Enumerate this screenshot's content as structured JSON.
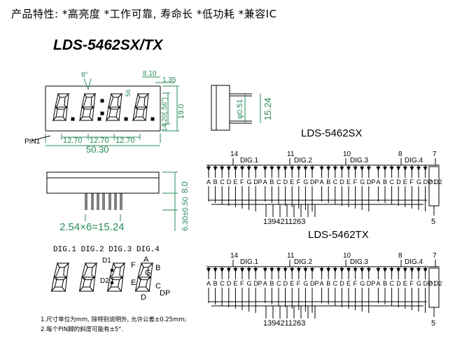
{
  "header": "产品特性: *高亮度 *工作可靠, 寿命长 *低功耗 *兼容IC",
  "model_title": "LDS-5462SX/TX",
  "front_dims": {
    "angle": "8°",
    "d810": "8.10",
    "d135": "1.35",
    "d56": "56",
    "d142": "14.20(.56\")",
    "d190": "19.0",
    "pitch": "12.70",
    "width": "50.30",
    "pin1": "PIN1"
  },
  "side_dims": {
    "d051": "φ0.51",
    "d1524": "15.24"
  },
  "bottom_dims": {
    "d80": "8.0",
    "d630": "6.30±0.50",
    "spacing": "2.54×6=15.24"
  },
  "digit_labels": "DIG.1  DIG.2  DIG.3  DIG.4",
  "segment_labels": {
    "a": "A",
    "b": "B",
    "c": "C",
    "d": "D",
    "e": "E",
    "f": "F",
    "g": "G",
    "dp": "DP",
    "d1": "D1",
    "d2": "D2"
  },
  "notes": [
    "1.尺寸单位为mm, 除特别说明外, 允许公差±0.25mm;",
    "2.每个PIN脚的斜度可能有±5°."
  ],
  "circuit_sx": {
    "title": "LDS-5462SX",
    "top_pins": [
      "14",
      "11",
      "10",
      "8",
      "7"
    ],
    "digits": [
      "DIG.1",
      "DIG.2",
      "DIG.3",
      "DIG.4"
    ],
    "segments": [
      "A",
      "B",
      "C",
      "D",
      "E",
      "F",
      "G",
      "DP",
      "A",
      "B",
      "C",
      "D",
      "E",
      "F",
      "G",
      "DP",
      "A",
      "B",
      "C",
      "D",
      "E",
      "F",
      "G",
      "DP",
      "A",
      "B",
      "C",
      "D",
      "E",
      "F",
      "G",
      "DP"
    ],
    "extra": [
      "D1",
      "D2"
    ],
    "bottom_pins": "1394211263",
    "right_pin": "5"
  },
  "circuit_tx": {
    "title": "LDS-5462TX",
    "top_pins": [
      "14",
      "11",
      "10",
      "8",
      "7"
    ],
    "digits": [
      "DIG.1",
      "DIG.2",
      "DIG.3",
      "DIG.4"
    ],
    "segments": [
      "A",
      "B",
      "C",
      "D",
      "E",
      "F",
      "G",
      "DP",
      "A",
      "B",
      "C",
      "D",
      "E",
      "F",
      "G",
      "DP",
      "A",
      "B",
      "C",
      "D",
      "E",
      "F",
      "G",
      "DP",
      "A",
      "B",
      "C",
      "D",
      "E",
      "F",
      "G",
      "DP"
    ],
    "extra": [
      "D1",
      "D2"
    ],
    "bottom_pins": "1394211263",
    "right_pin": "5"
  }
}
